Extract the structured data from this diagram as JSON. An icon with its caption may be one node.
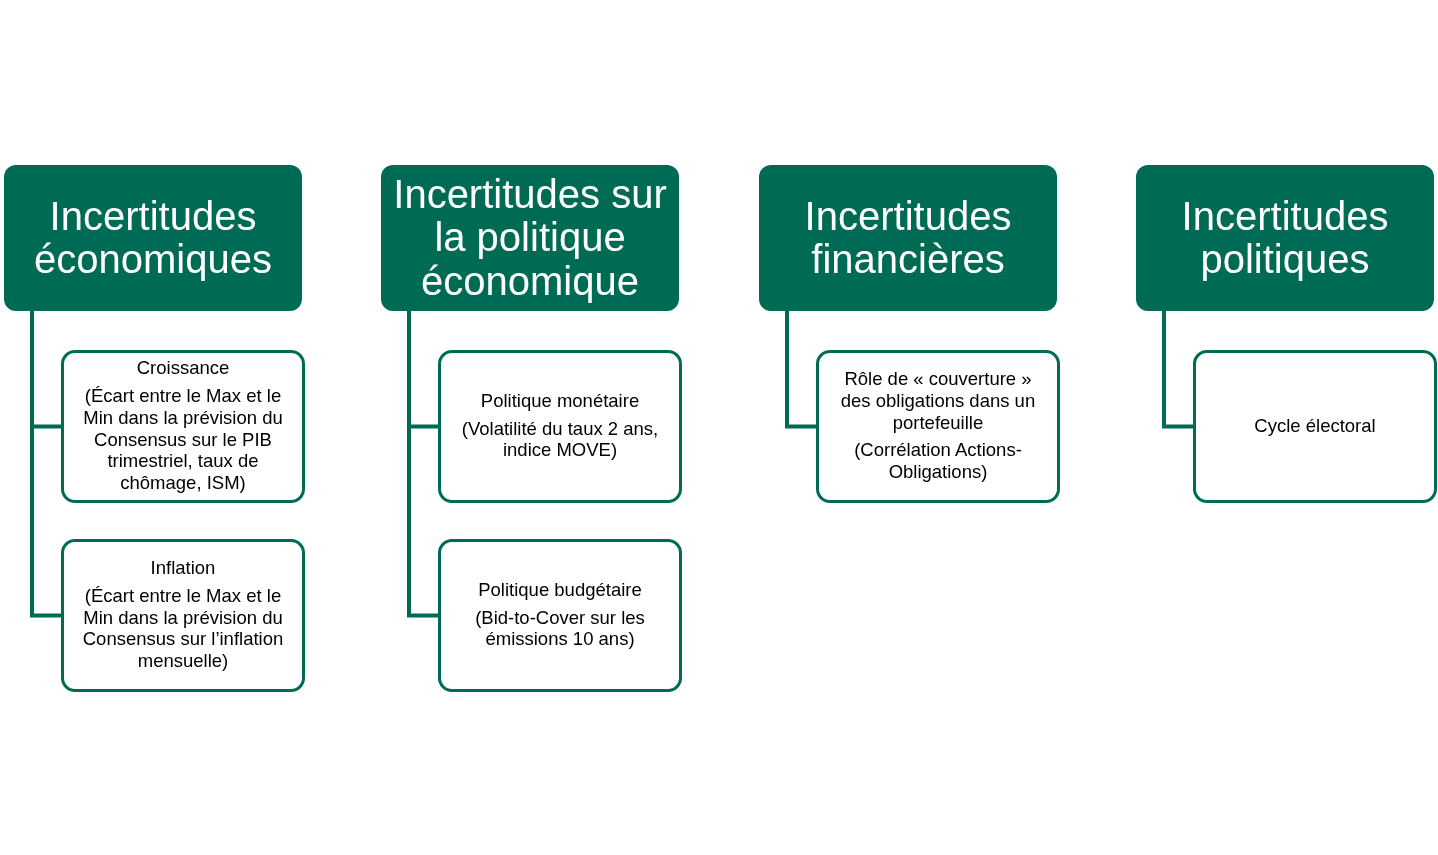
{
  "diagram": {
    "nodes": [
      {
        "text": [
          "Incertitudes économiques"
        ]
      },
      {
        "text": [
          "Croissance",
          "(Écart entre le Max et le Min dans la prévision du Consensus sur le PIB trimestriel, taux de chômage, ISM)"
        ]
      },
      {
        "text": [
          "Inflation",
          "(Écart entre le Max et le Min dans la prévision du Consensus sur l’inflation mensuelle)"
        ]
      },
      {
        "text": [
          "Incertitudes sur la politique économique"
        ]
      },
      {
        "text": [
          "Politique monétaire",
          "(Volatilité du taux 2 ans, indice MOVE)"
        ]
      },
      {
        "text": [
          "Politique budgétaire",
          "(Bid-to-Cover sur les émissions 10 ans)"
        ]
      },
      {
        "text": [
          "Incertitudes financières"
        ]
      },
      {
        "text": [
          "Rôle de « couverture » des obligations dans un portefeuille",
          "(Corrélation Actions-Obligations)"
        ]
      },
      {
        "text": [
          "Incertitudes politiques"
        ]
      },
      {
        "text": [
          "Cycle électoral"
        ]
      }
    ],
    "edges": [
      {
        "from": 0,
        "to": 1,
        "arrow": "none"
      },
      {
        "from": 0,
        "to": 2,
        "arrow": "none"
      },
      {
        "from": 3,
        "to": 4,
        "arrow": "none"
      },
      {
        "from": 3,
        "to": 5,
        "arrow": "none"
      },
      {
        "from": 6,
        "to": 7,
        "arrow": "none"
      },
      {
        "from": 8,
        "to": 9,
        "arrow": "none"
      }
    ]
  }
}
